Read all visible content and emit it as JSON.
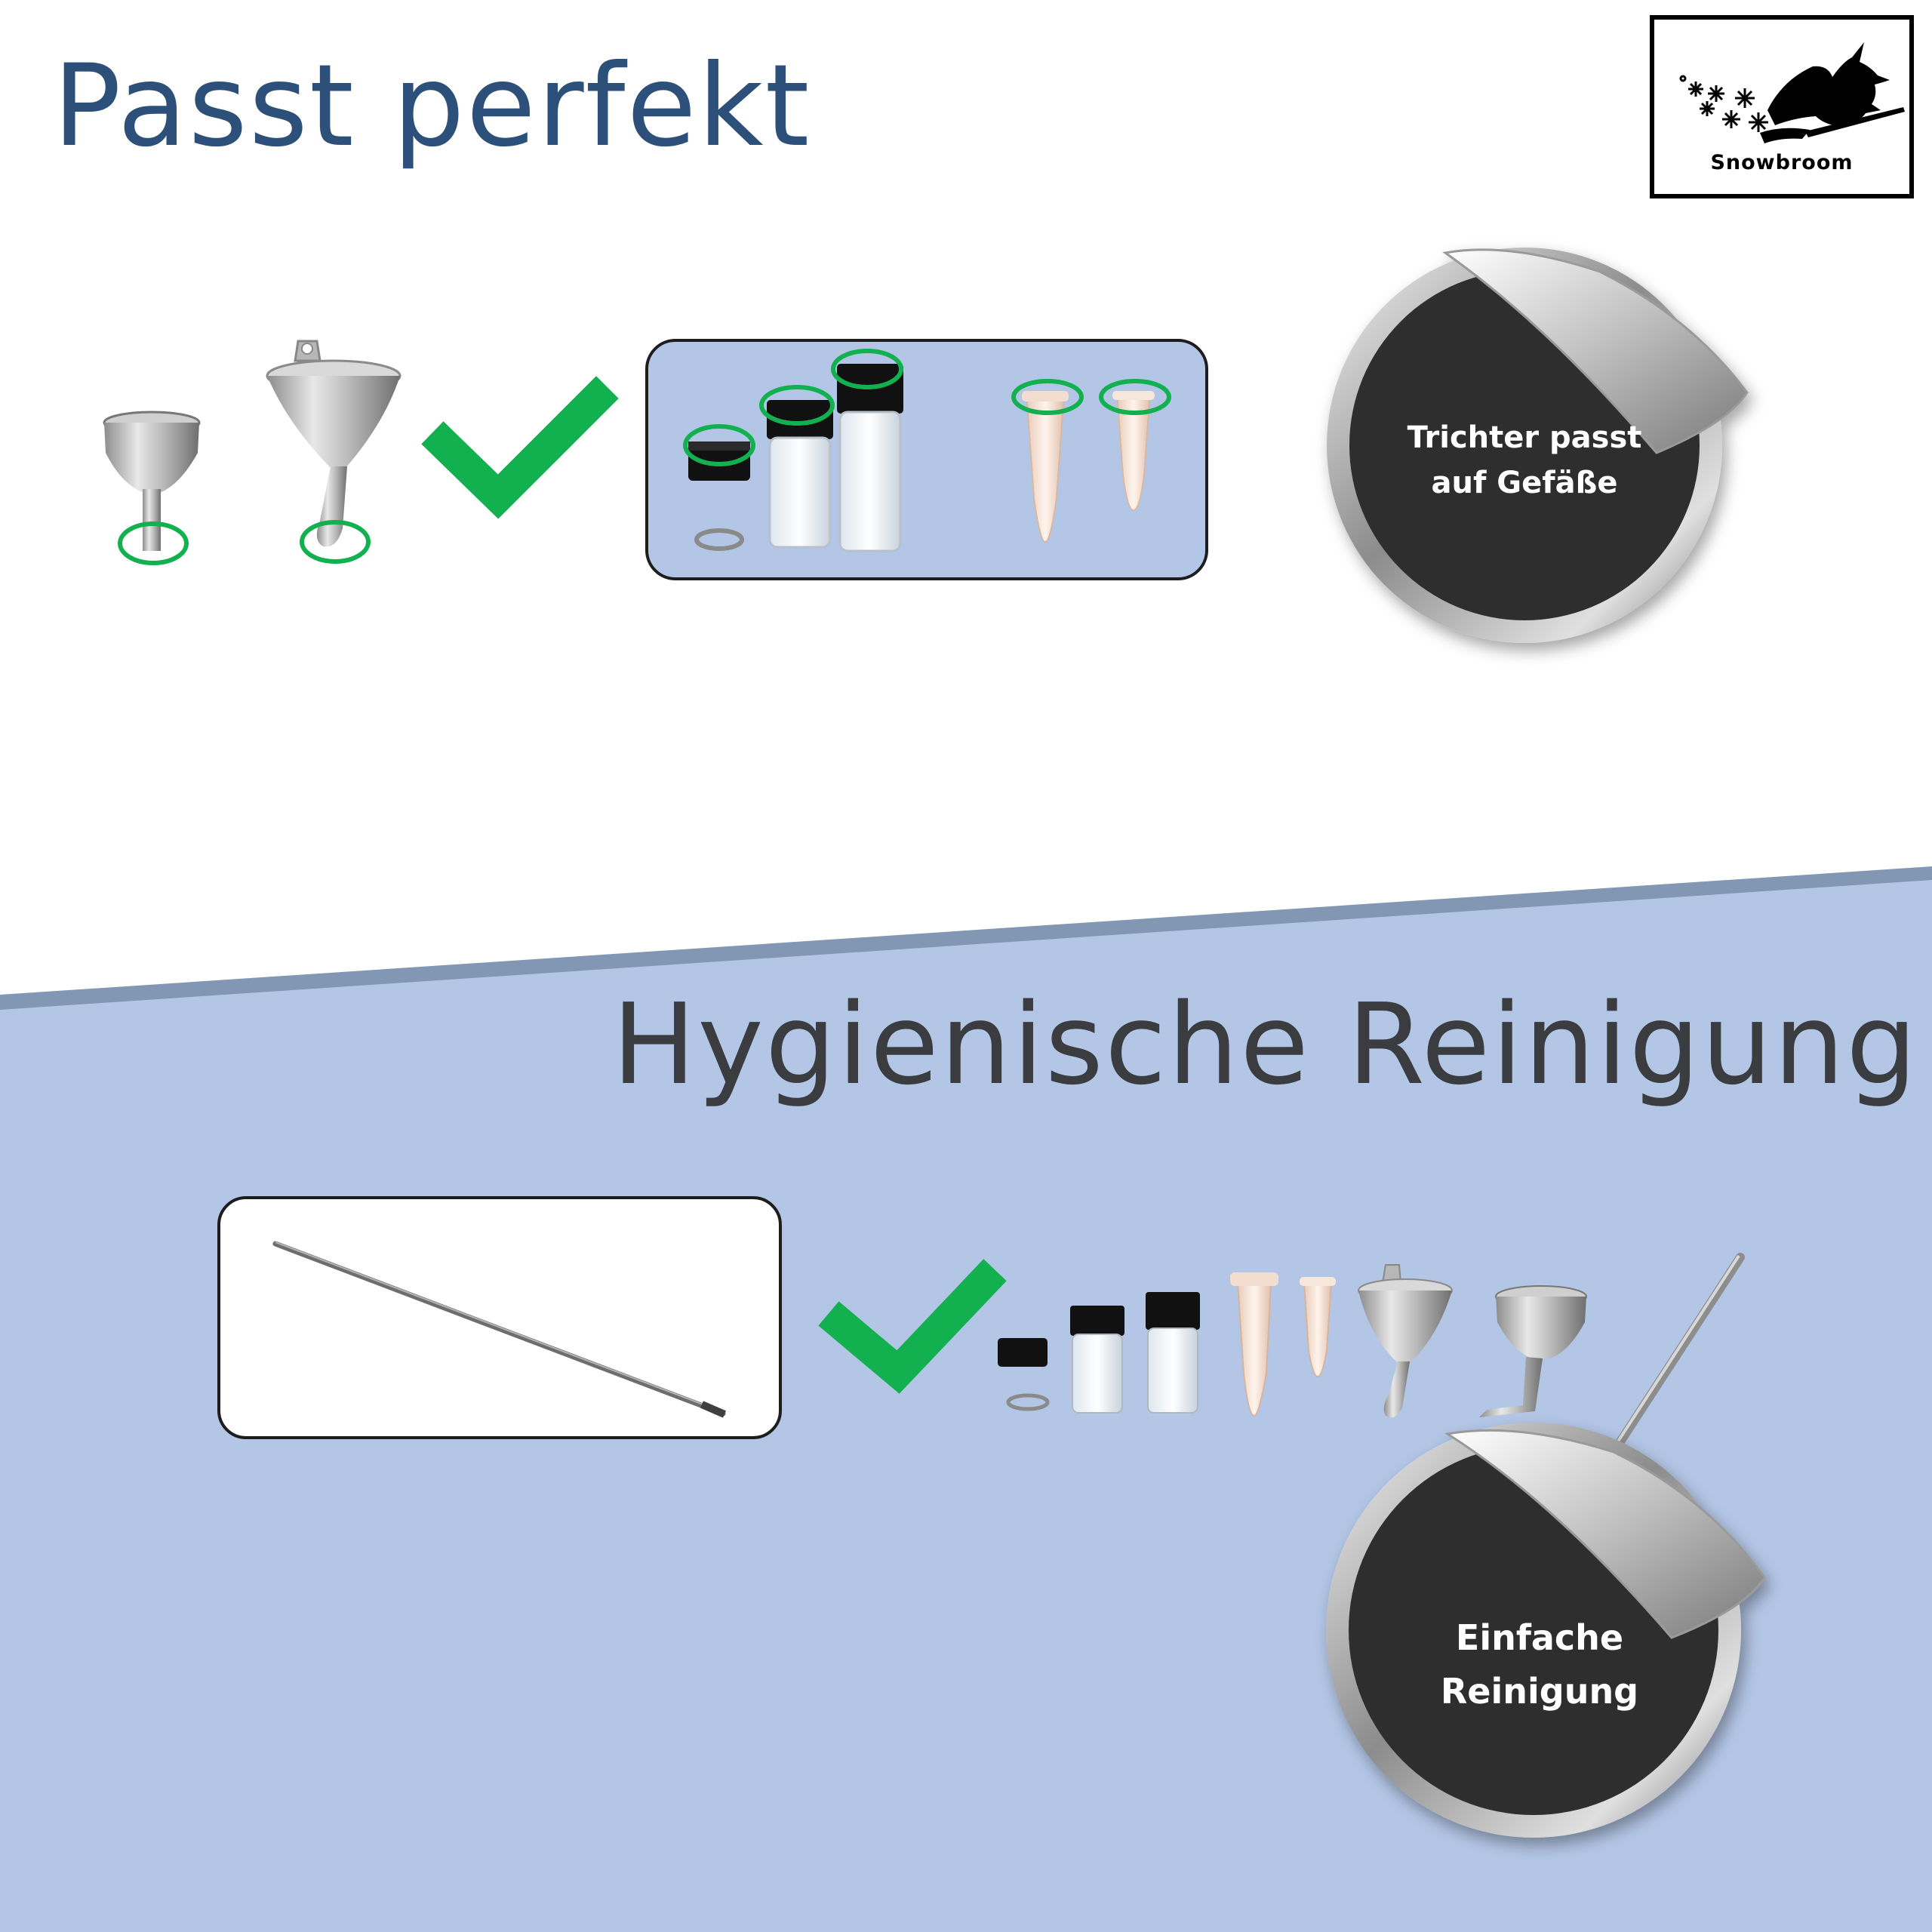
{
  "header": {
    "title": "Passt perfekt"
  },
  "logo": {
    "name": "Snowbroom"
  },
  "section_top": {
    "sticker_lines": [
      "Trichter passt",
      "auf Gefäße"
    ]
  },
  "section_bottom": {
    "title": "Hygienische Reinigung",
    "sticker_lines": [
      "Einfache",
      "Reinigung"
    ]
  },
  "colors": {
    "title_blue": "#2c5079",
    "panel_blue": "#b3c6e6",
    "band_blue": "#8197b3",
    "check_green": "#12b04e",
    "sticker_dark": "#2f2f2f"
  },
  "icons": [
    "check-icon",
    "funnel-icon",
    "vial-icon",
    "tube-icon",
    "cleaning-rod-icon",
    "witch-icon",
    "snowflake-icon"
  ]
}
